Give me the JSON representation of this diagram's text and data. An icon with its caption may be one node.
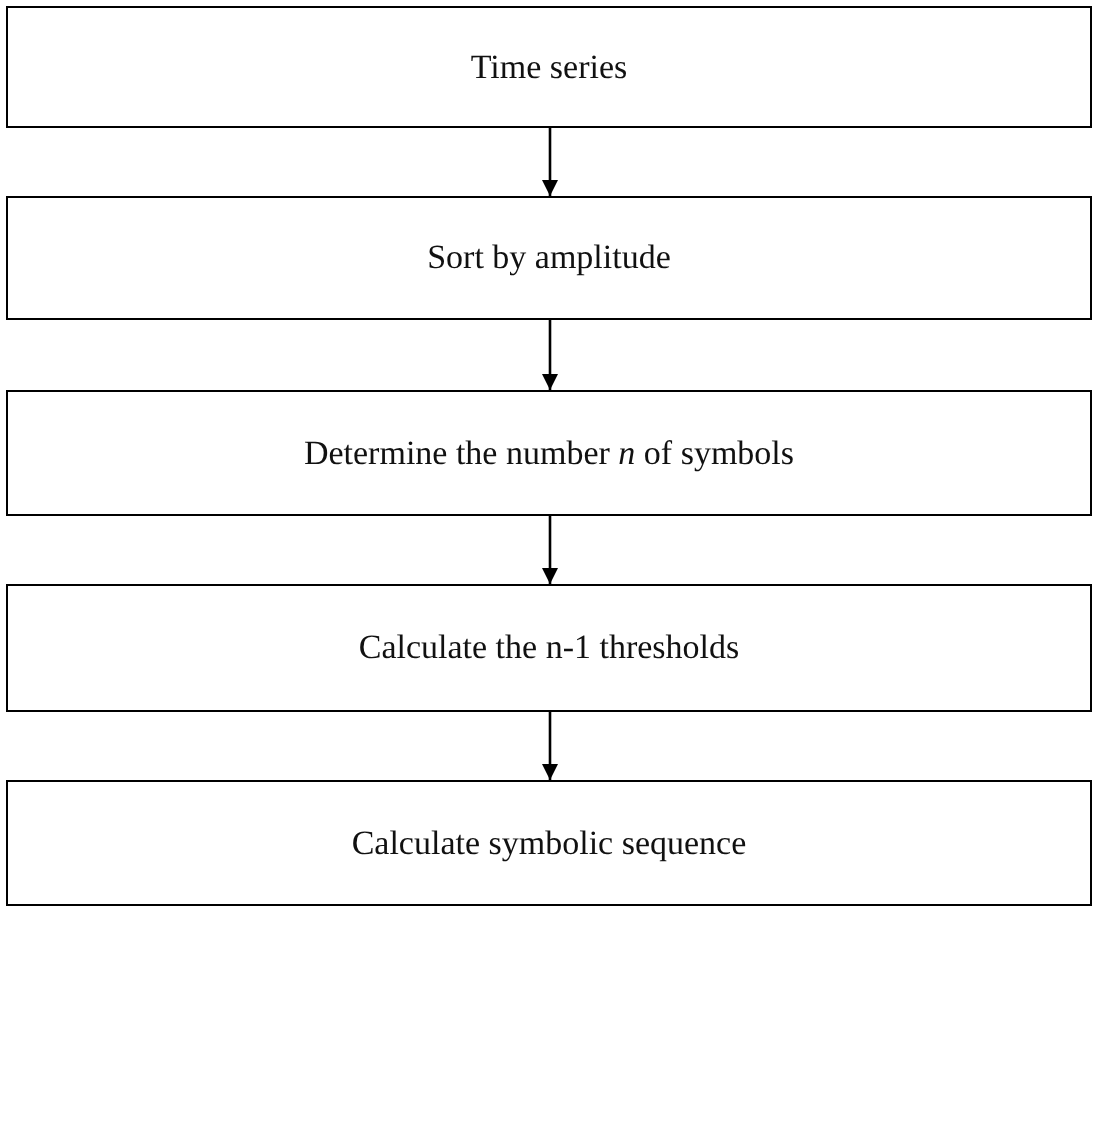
{
  "diagram": {
    "nodes": [
      {
        "text": [
          "Time series"
        ]
      },
      {
        "text": [
          "Sort by amplitude"
        ]
      },
      {
        "text": [
          "Determine the number *n* of symbols"
        ]
      },
      {
        "text": [
          "Calculate the n-1 thresholds"
        ]
      },
      {
        "text": [
          "Calculate symbolic sequence"
        ]
      }
    ],
    "edges": [
      {
        "from": 0,
        "to": 1,
        "arrow": "to"
      },
      {
        "from": 1,
        "to": 2,
        "arrow": "to"
      },
      {
        "from": 2,
        "to": 3,
        "arrow": "to"
      },
      {
        "from": 3,
        "to": 4,
        "arrow": "to"
      }
    ]
  }
}
